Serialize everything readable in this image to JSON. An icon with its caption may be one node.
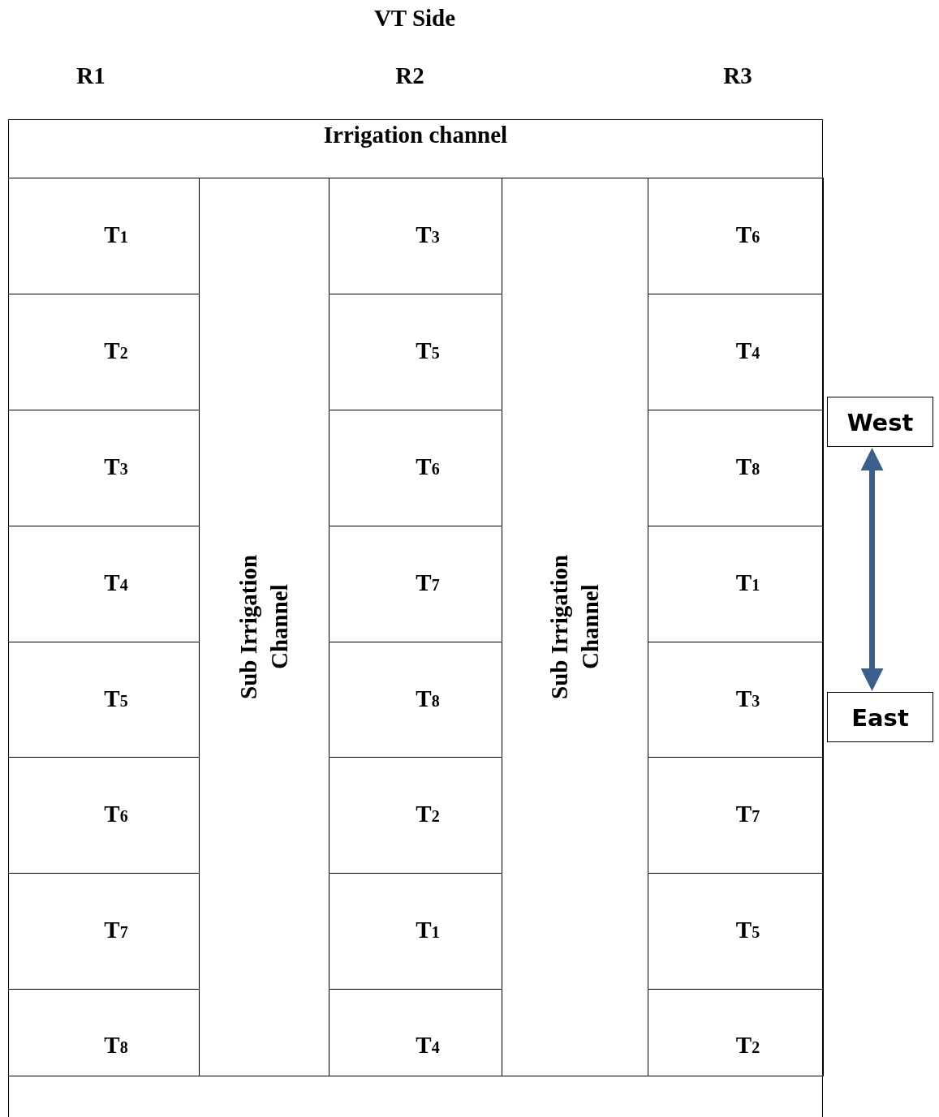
{
  "diagram": {
    "nodes": [
      {
        "text": [
          "Irrigation channel"
        ]
      },
      {
        "text": [
          "T$_{1}$"
        ]
      },
      {
        "text": [
          "T$_{2}$"
        ]
      },
      {
        "text": [
          "T$_{3}$"
        ]
      },
      {
        "text": [
          "T$_{4}$"
        ]
      },
      {
        "text": [
          "T$_{5}$"
        ]
      },
      {
        "text": [
          "T$_{6}$"
        ]
      },
      {
        "text": [
          "T$_{7}$"
        ]
      },
      {
        "text": [
          "T$_{8}$"
        ]
      },
      {
        "text": [
          "Sub Irrigation Channel"
        ]
      },
      {
        "text": [
          "T$_{3}$"
        ]
      },
      {
        "text": [
          "T$_{5}$"
        ]
      },
      {
        "text": [
          "T$_{6}$"
        ]
      },
      {
        "text": [
          "T$_{7}$"
        ]
      },
      {
        "text": [
          "T$_{8}$"
        ]
      },
      {
        "text": [
          "T$_{2}$"
        ]
      },
      {
        "text": [
          "T$_{1}$"
        ]
      },
      {
        "text": [
          "T$_{4}$"
        ]
      },
      {
        "text": [
          "Sub Irrigation Channel"
        ]
      },
      {
        "text": [
          "T$_{6}$"
        ]
      },
      {
        "text": [
          "T$_{4}$"
        ]
      },
      {
        "text": [
          "T$_{8}$"
        ]
      },
      {
        "text": [
          "T$_{1}$"
        ]
      },
      {
        "text": [
          "T$_{3}$"
        ]
      },
      {
        "text": [
          "T$_{7}$"
        ]
      },
      {
        "text": [
          "T$_{5}$"
        ]
      },
      {
        "text": [
          "T$_{2}$"
        ]
      },
      {
        "text": [
          "West"
        ]
      },
      {
        "text": [
          "East"
        ]
      }
    ],
    "edges": [
      {
        "from": 27,
        "to": 28,
        "arrow": "both",
        "color": "#3c5f8c"
      }
    ],
    "labels": [
      "VT Side",
      "R1",
      "R2",
      "R3"
    ]
  }
}
